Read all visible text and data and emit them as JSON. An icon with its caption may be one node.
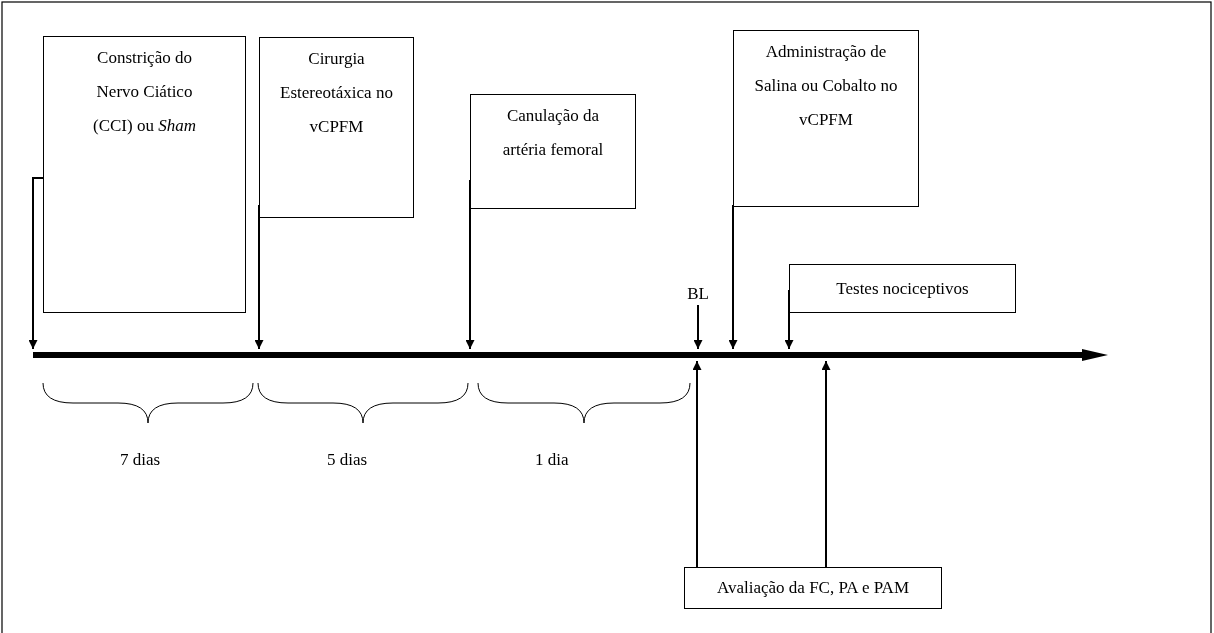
{
  "diagram": {
    "nodes": [
      {
        "text": [
          "Constrição do Nervo Ciático (CCI) ou *Sham*"
        ]
      },
      {
        "text": [
          "Cirurgia Estereotáxica no vCPFM"
        ]
      },
      {
        "text": [
          "Canulação da artéria femoral"
        ]
      },
      {
        "text": [
          "Administração de Salina ou Cobalto no vCPFM"
        ]
      },
      {
        "text": [
          "Testes nociceptivos"
        ]
      },
      {
        "text": [
          "BL"
        ]
      },
      {
        "text": [],
        "shape": "bar"
      },
      {
        "text": [
          "Avaliação da FC, PA e PAM"
        ]
      }
    ],
    "edges": [
      {
        "from": 0,
        "to": 6,
        "arrow": "to"
      },
      {
        "from": 1,
        "to": 6,
        "arrow": "to"
      },
      {
        "from": 2,
        "to": 6,
        "arrow": "to"
      },
      {
        "from": 5,
        "to": 6,
        "arrow": "to"
      },
      {
        "from": 3,
        "to": 6,
        "arrow": "to"
      },
      {
        "from": 4,
        "to": 6,
        "arrow": "to"
      },
      {
        "from": 7,
        "to": 6,
        "arrow": "to"
      },
      {
        "from": 7,
        "to": 6,
        "arrow": "to"
      }
    ],
    "labels": [
      "7 dias",
      "5 dias",
      "1 dia"
    ]
  }
}
